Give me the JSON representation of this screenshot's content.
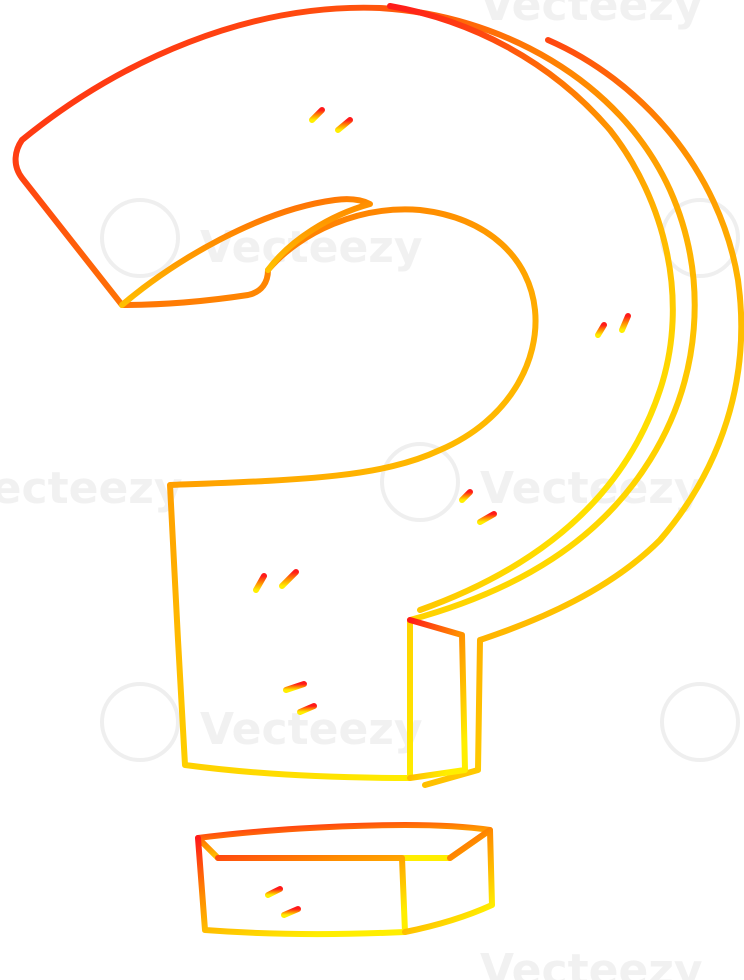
{
  "illustration": {
    "subject": "question-mark",
    "style": "cartoon line drawing",
    "gradient_colors": {
      "top": "#ff1a1a",
      "middle": "#ff8c00",
      "bottom": "#ffee00"
    }
  },
  "watermark": {
    "text": "Vecteezy",
    "color": "#e6e6e6"
  }
}
